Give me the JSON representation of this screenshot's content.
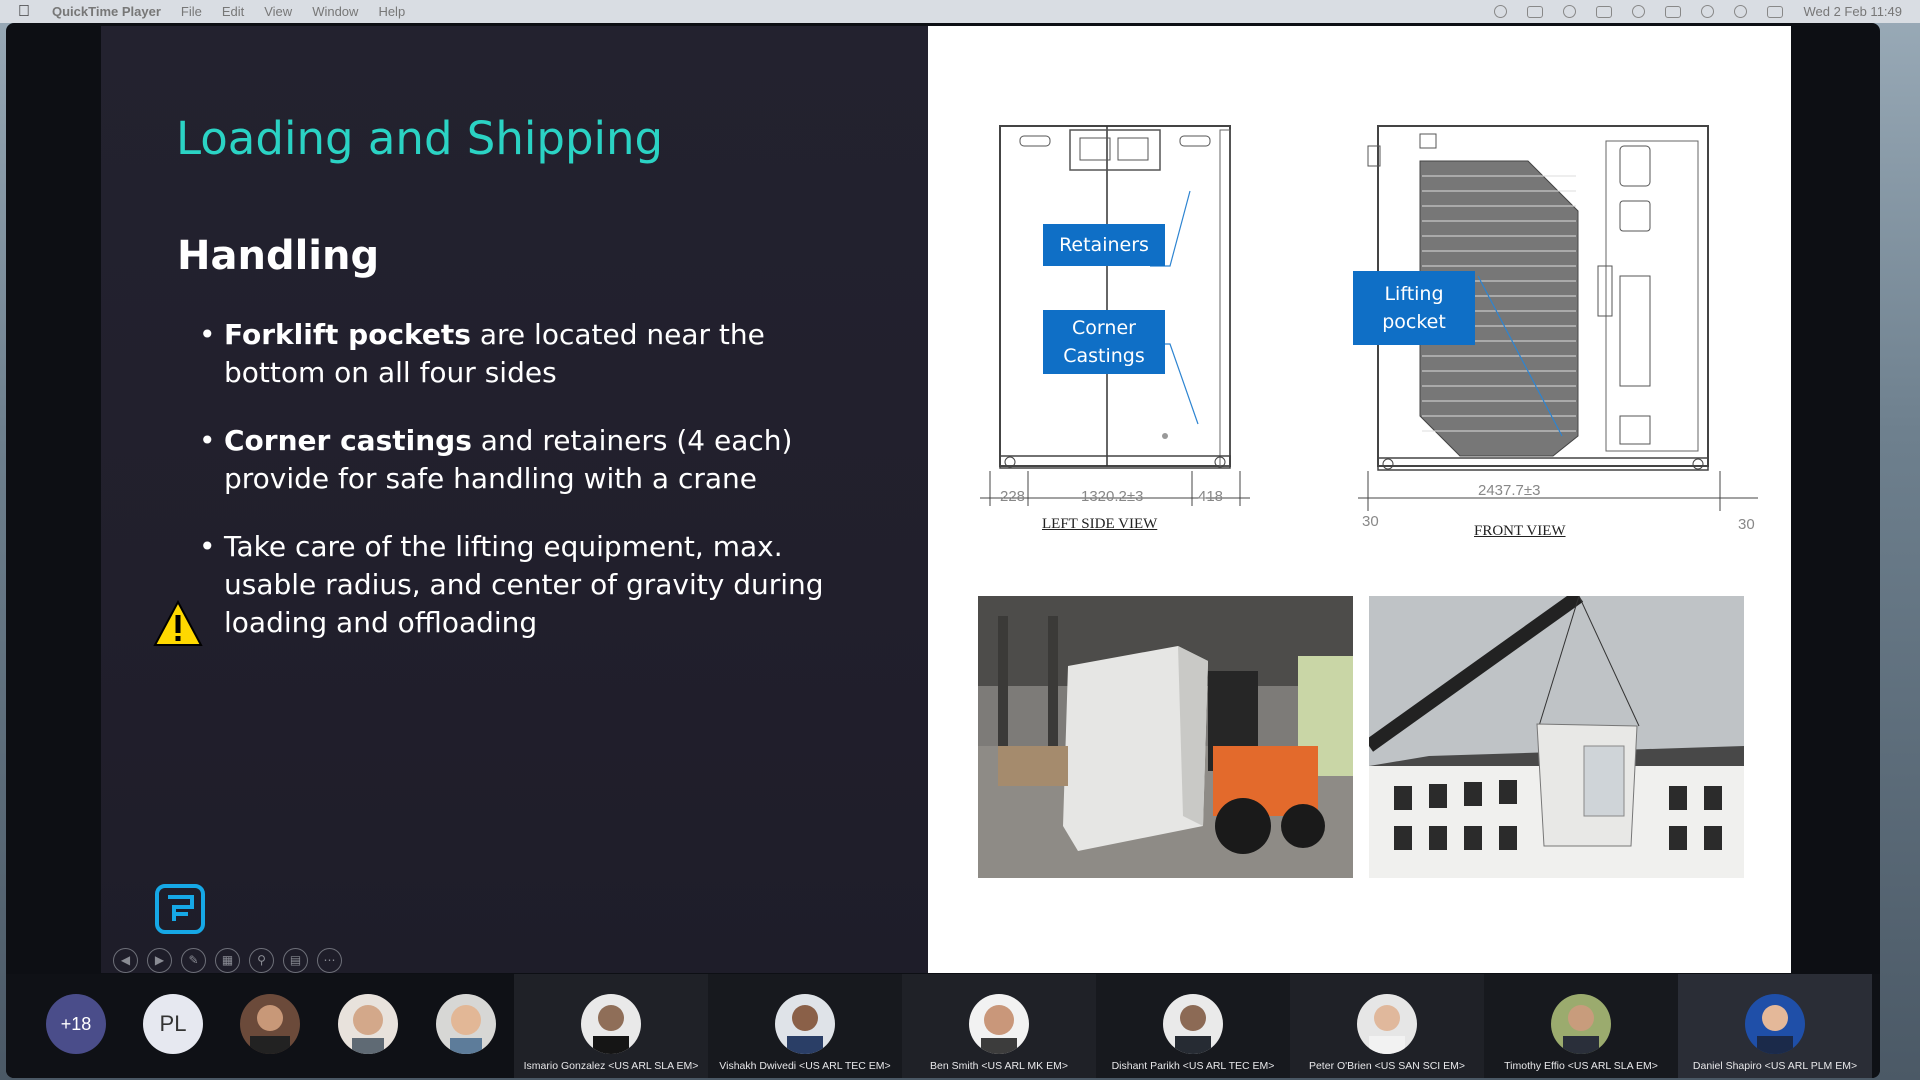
{
  "menubar": {
    "app_name": "QuickTime Player",
    "menus": [
      "File",
      "Edit",
      "View",
      "Window",
      "Help"
    ],
    "clock": "Wed 2 Feb  11:49"
  },
  "slide": {
    "title": "Loading and Shipping",
    "heading": "Handling",
    "bullets": [
      {
        "bold": "Forklift pockets",
        "text": " are located near the bottom on all four sides"
      },
      {
        "bold": "Corner castings",
        "text": " and retainers (4 each) provide for safe handling with a crane"
      },
      {
        "bold": "",
        "text": "Take care of the lifting equipment, max. usable radius, and center of gravity during loading and offloading"
      }
    ],
    "icons": {
      "warning": "warning-icon",
      "logo": "brand-logo"
    },
    "accent_color": "#2bd3c4",
    "callout_color": "#0f6fc6"
  },
  "drawings": {
    "left_view": {
      "label": "LEFT SIDE VIEW",
      "callouts": {
        "retainers": "Retainers",
        "corner_castings_1": "Corner",
        "corner_castings_2": "Castings"
      },
      "dims": {
        "a": "228",
        "b": "1320.2±3",
        "c": "418"
      }
    },
    "front_view": {
      "label": "FRONT VIEW",
      "callouts": {
        "lifting_1": "Lifting",
        "lifting_2": "pocket"
      },
      "dims": {
        "width": "2437.7±3",
        "left": "30",
        "right": "30"
      }
    }
  },
  "controls": [
    "previous",
    "next",
    "pen",
    "slides",
    "zoom",
    "subtitles",
    "more"
  ],
  "participants": {
    "overflow_count": "+18",
    "initials": "PL",
    "tiles": [
      "Ismario Gonzalez <US ARL SLA EM>",
      "Vishakh Dwivedi <US ARL TEC EM>",
      "Ben Smith <US ARL MK EM>",
      "Dishant Parikh <US ARL TEC EM>",
      "Peter O'Brien <US SAN SCI EM>",
      "Timothy Effio <US ARL SLA EM>",
      "Daniel Shapiro <US ARL PLM EM>"
    ]
  }
}
